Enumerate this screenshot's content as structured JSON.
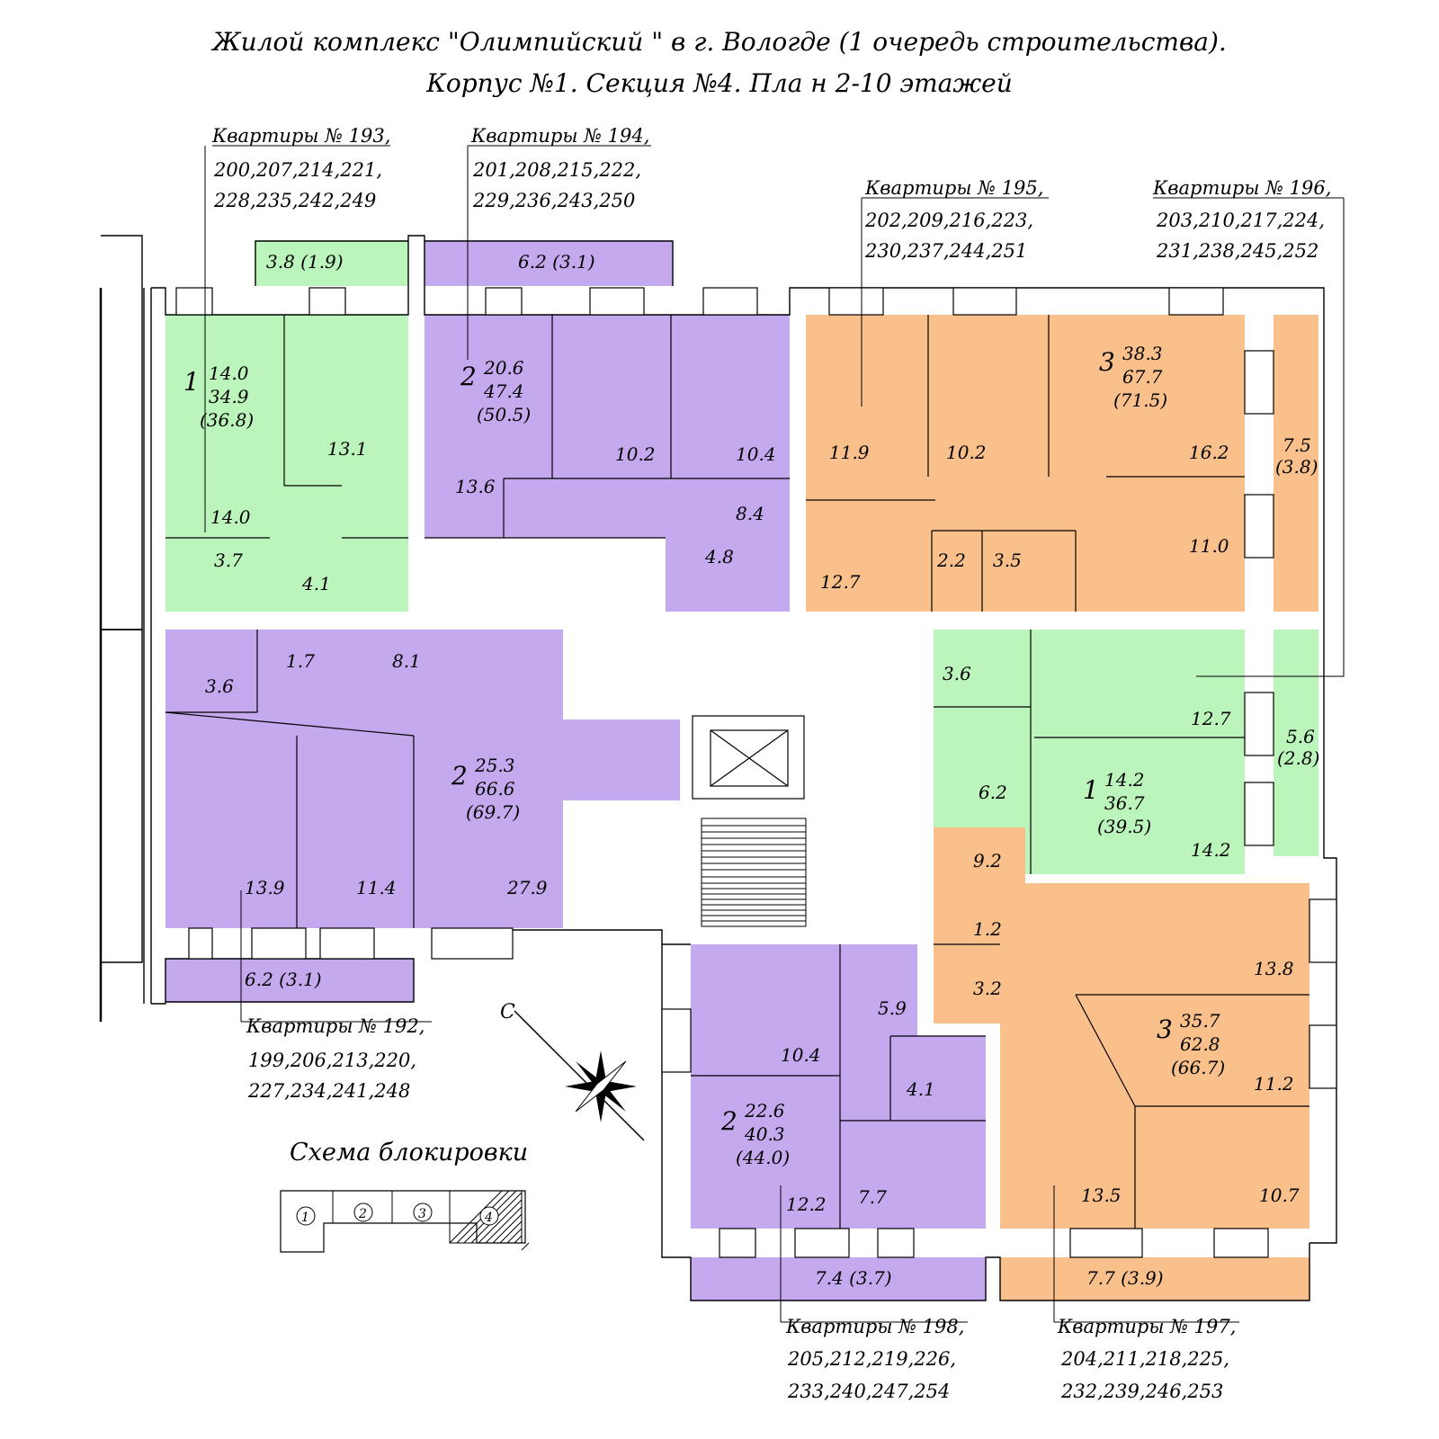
{
  "title": {
    "line1": "Жилой комплекс  \"Олимпийский \" в г. Вологде  (1  очередь строительства).",
    "line2": "Корпус  №1.  Секция  №4.  Пла н  2-10  этажей"
  },
  "colors": {
    "green": "#bbf5bb",
    "purple": "#c5a9ef",
    "orange": "#fac08c",
    "white": "#ffffff",
    "line": "#000000"
  },
  "apartment_groups": {
    "a193": {
      "line1": "Квартиры № 193,",
      "line2": "200,207,214,221,",
      "line3": "228,235,242,249"
    },
    "a194": {
      "line1": "Квартиры № 194,",
      "line2": "201,208,215,222,",
      "line3": "229,236,243,250"
    },
    "a195": {
      "line1": "Квартиры № 195,",
      "line2": "202,209,216,223,",
      "line3": "230,237,244,251"
    },
    "a196": {
      "line1": "Квартиры № 196,",
      "line2": "203,210,217,224,",
      "line3": "231,238,245,252"
    },
    "a192": {
      "line1": "Квартиры № 192,",
      "line2": "199,206,213,220,",
      "line3": "227,234,241,248"
    },
    "a198": {
      "line1": "Квартиры № 198,",
      "line2": "205,212,219,226,",
      "line3": "233,240,247,254"
    },
    "a197": {
      "line1": "Квартиры № 197,",
      "line2": "204,211,218,225,",
      "line3": "232,239,246,253"
    }
  },
  "apartment_summaries": {
    "s193": {
      "rooms": "1",
      "living": "14.0",
      "total": "34.9",
      "with_balcony": "(36.8)"
    },
    "s194": {
      "rooms": "2",
      "living": "20.6",
      "total": "47.4",
      "with_balcony": "(50.5)"
    },
    "s195": {
      "rooms": "3",
      "living": "38.3",
      "total": "67.7",
      "with_balcony": "(71.5)"
    },
    "s192": {
      "rooms": "2",
      "living": "25.3",
      "total": "66.6",
      "with_balcony": "(69.7)"
    },
    "s196": {
      "rooms": "1",
      "living": "14.2",
      "total": "36.7",
      "with_balcony": "(39.5)"
    },
    "s197": {
      "rooms": "3",
      "living": "35.7",
      "total": "62.8",
      "with_balcony": "(66.7)"
    },
    "s198": {
      "rooms": "2",
      "living": "22.6",
      "total": "40.3",
      "with_balcony": "(44.0)"
    }
  },
  "room_areas": {
    "r193_balcony": "3.8 (1.9)",
    "r193_kitchen": "13.1",
    "r193_room": "14.0",
    "r193_bath": "3.7",
    "r193_hall": "4.1",
    "r194_balcony": "6.2  (3.1)",
    "r194_kitchen": "13.6",
    "r194_room1": "10.2",
    "r194_room2": "10.4",
    "r194_hall": "8.4",
    "r194_bath": "4.8",
    "r195_room1": "11.9",
    "r195_room2": "10.2",
    "r195_room3": "16.2",
    "r195_hall": "12.7",
    "r195_wc": "2.2",
    "r195_bath": "3.5",
    "r195_kitchen": "11.0",
    "r195_balcony": "7.5",
    "r195_balcony_half": "(3.8)",
    "r192_bath": "3.6",
    "r192_wc": "1.7",
    "r192_kitchen": "8.1",
    "r192_room1": "13.9",
    "r192_room2": "11.4",
    "r192_room3": "27.9",
    "r192_balcony": "6.2  (3.1)",
    "r196_bath": "3.6",
    "r196_kitchen": "12.7",
    "r196_hall": "6.2",
    "r196_room": "14.2",
    "r196_balcony": "5.6",
    "r196_balcony_half": "(2.8)",
    "r197_hall": "9.2",
    "r197_wc": "1.2",
    "r197_bath": "3.2",
    "r197_room1": "13.8",
    "r197_room2": "11.2",
    "r197_kitchen": "13.5",
    "r197_room3": "10.7",
    "r197_balcony": "7.7  (3.9)",
    "r198_room1": "10.4",
    "r198_hall": "5.9",
    "r198_bath": "4.1",
    "r198_room2": "12.2",
    "r198_kitchen": "7.7",
    "r198_balcony": "7.4  (3.7)"
  },
  "scheme": {
    "title": "Схема блокировки",
    "sections": [
      "1",
      "2",
      "3",
      "4"
    ],
    "highlighted": "4"
  },
  "compass": {
    "north_label": "С"
  }
}
